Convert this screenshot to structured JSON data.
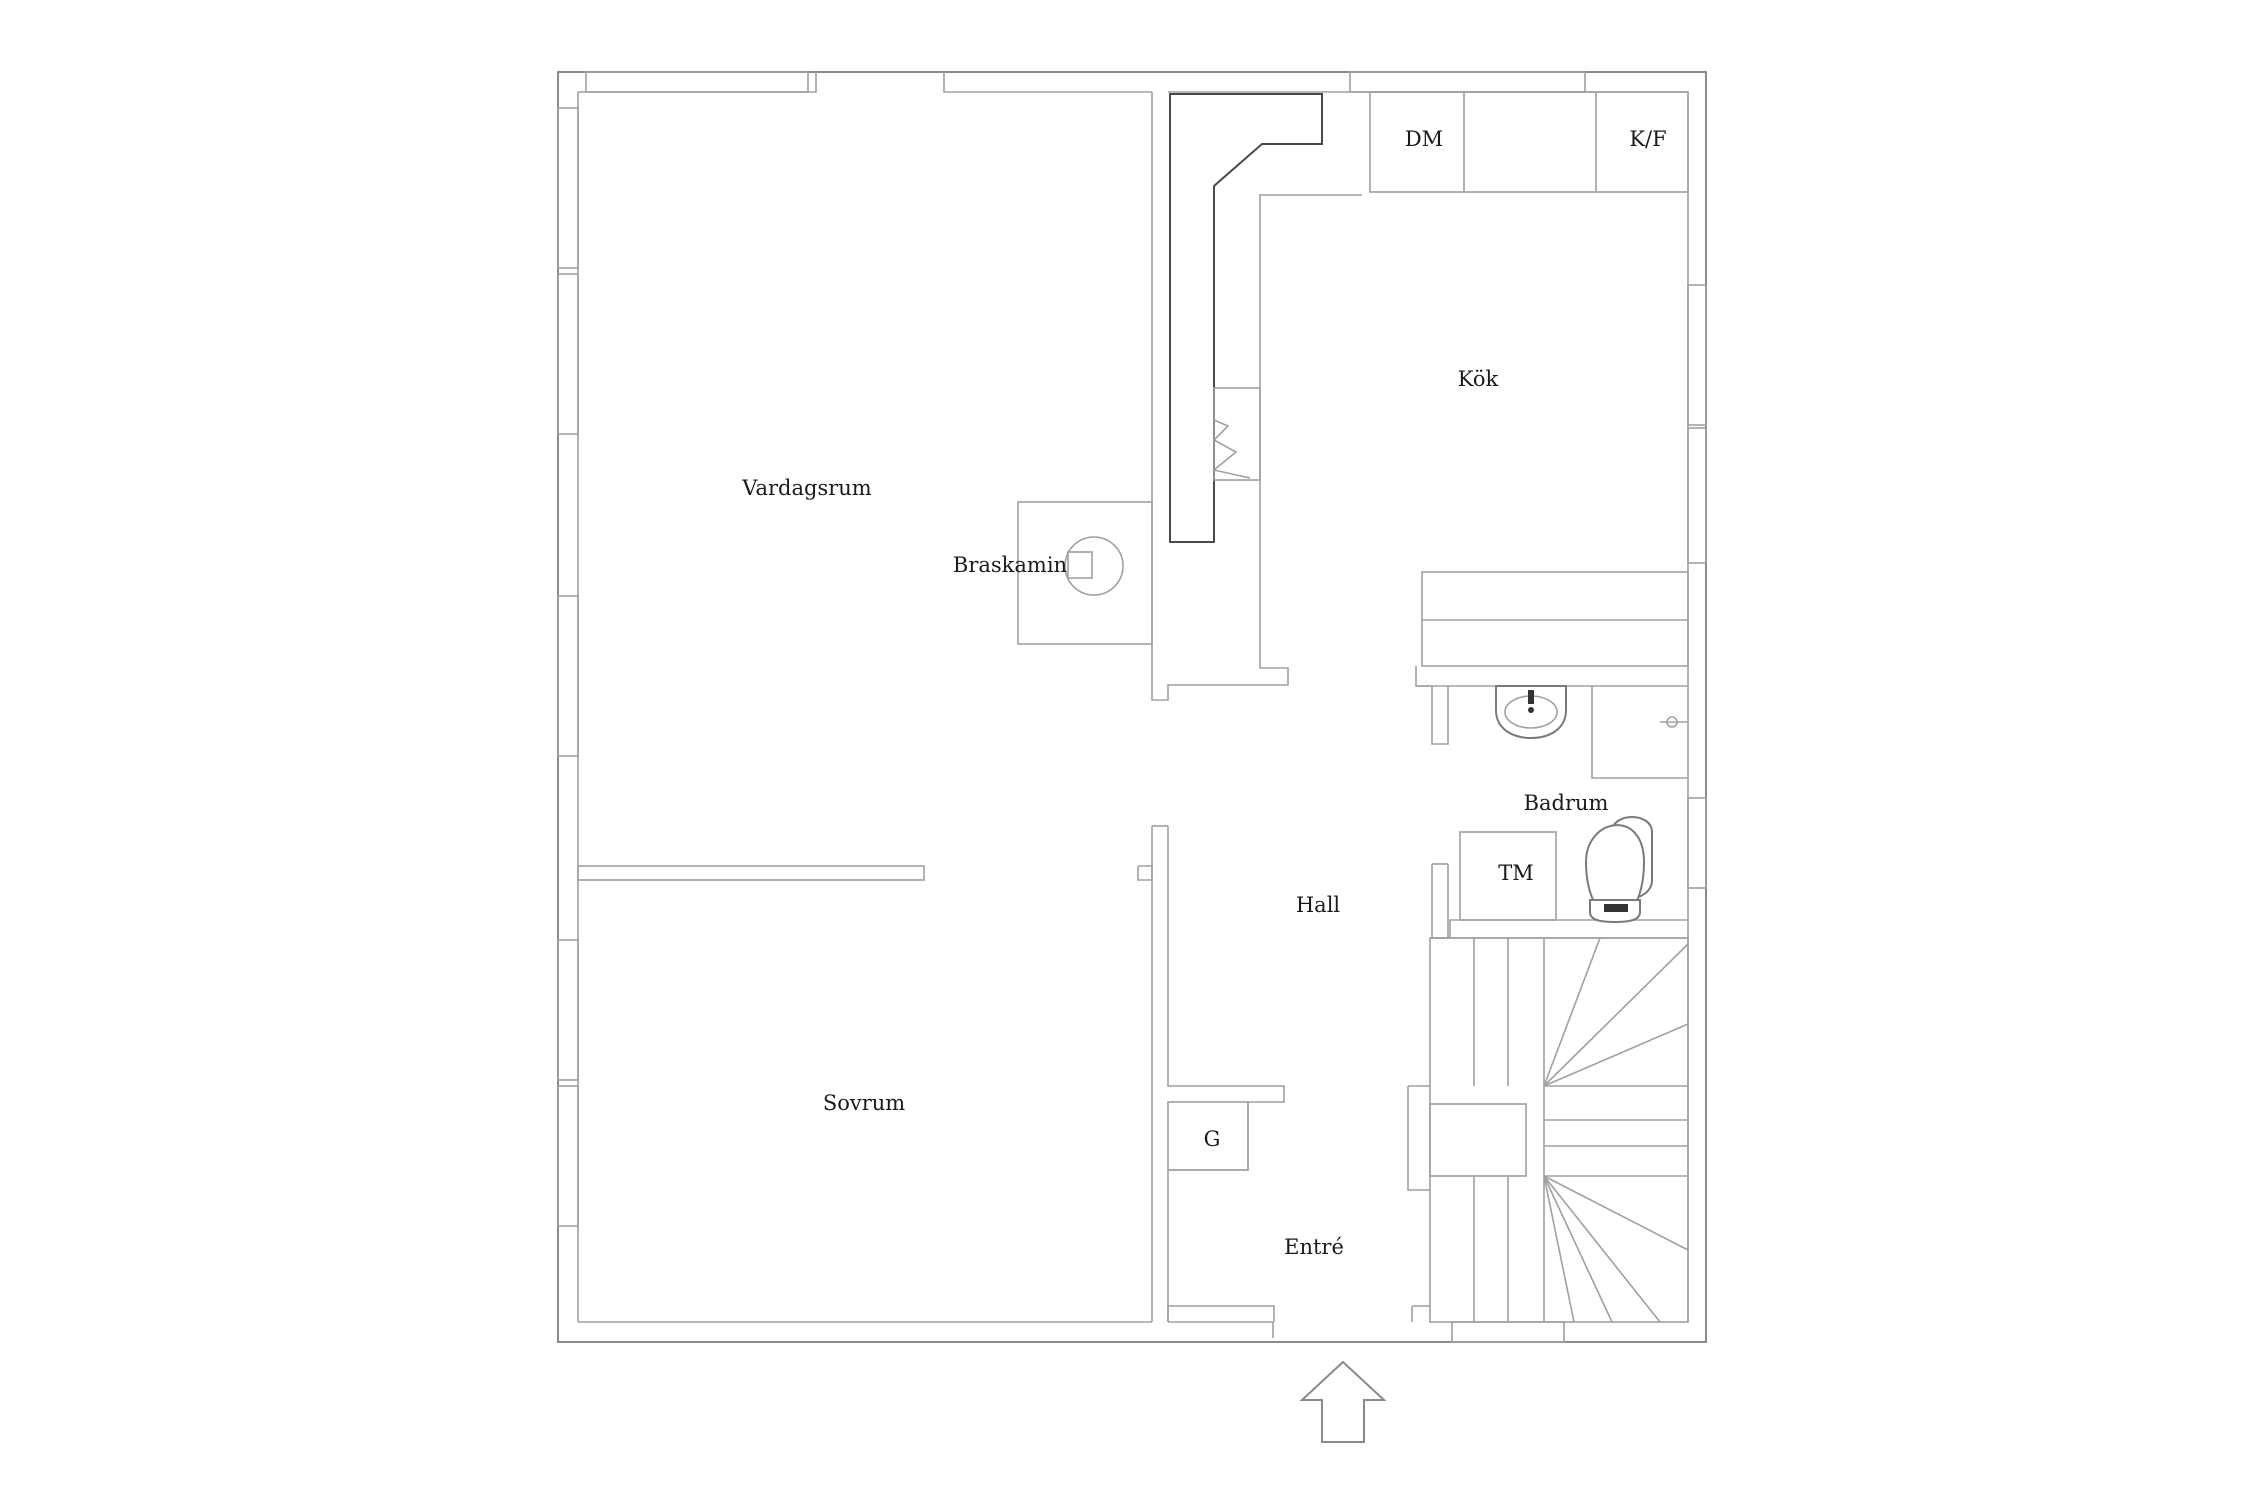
{
  "rooms": {
    "vardagsrum": "Vardagsrum",
    "braskamin": "Braskamin",
    "kok": "Kök",
    "dm": "DM",
    "kf": "K/F",
    "badrum": "Badrum",
    "tm": "TM",
    "hall": "Hall",
    "sovrum": "Sovrum",
    "garderob": "G",
    "entre": "Entré"
  },
  "icons": {
    "entrance": "entrance-arrow-icon",
    "stove": "fireplace-icon",
    "sink": "sink-icon",
    "toilet": "toilet-icon",
    "shower": "shower-icon",
    "stairs": "staircase-icon"
  },
  "colors": {
    "wall": "#8a8a8a",
    "background": "#ffffff",
    "text": "#1a1a1a"
  }
}
